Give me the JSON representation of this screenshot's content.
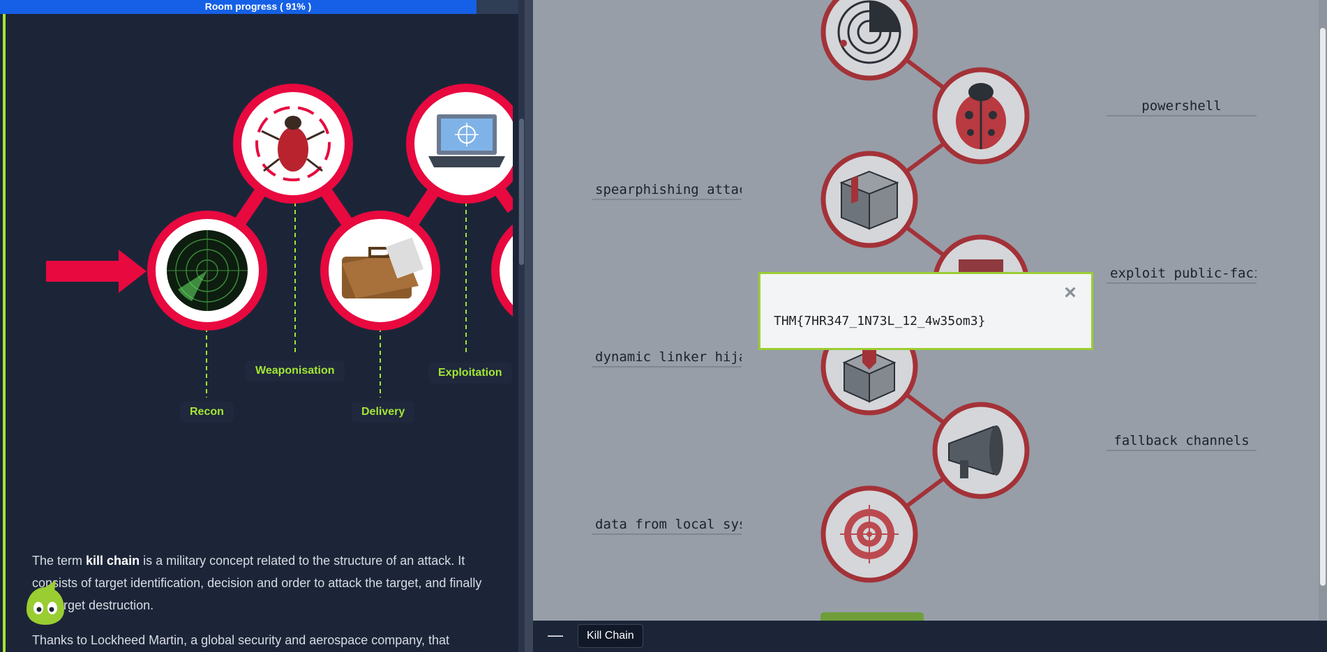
{
  "room": {
    "progress_label": "Room progress ( 91% )",
    "progress_value": 0.91
  },
  "killchain_graphic": {
    "stages": [
      {
        "label": "Recon",
        "icon": "radar-icon"
      },
      {
        "label": "Weaponisation",
        "icon": "bug-target-icon"
      },
      {
        "label": "Delivery",
        "icon": "briefcase-icon"
      },
      {
        "label": "Exploitation",
        "icon": "laptop-target-icon"
      }
    ]
  },
  "article": {
    "p1_before": "The term ",
    "p1_bold": "kill chain",
    "p1_after": " is a military concept related to the structure of an attack. It consists of target identification, decision and order to attack the target, and finally the target destruction.",
    "p2": "Thanks to Lockheed Martin, a global security and aerospace company, that"
  },
  "game": {
    "left_slots": [
      "spearphishing attac",
      "dynamic linker hija",
      "data from local sys"
    ],
    "right_slots": [
      "powershell",
      "exploit public-faci",
      "fallback channels"
    ],
    "nodes": [
      "radar-icon",
      "ladybug-icon",
      "package-icon",
      "book-icon",
      "open-box-icon",
      "megaphone-icon",
      "target-icon"
    ]
  },
  "modal": {
    "close_label": "×",
    "flag": "THM{7HR347_1N73L_12_4w35om3}"
  },
  "taskbar": {
    "minimize_label": "—",
    "tab_label": "Kill Chain"
  },
  "colors": {
    "accent_green": "#a3e635",
    "progress_blue": "#1560e6",
    "kc_red": "#e8093f",
    "game_red": "#a33238",
    "game_bg": "#979ea8"
  }
}
